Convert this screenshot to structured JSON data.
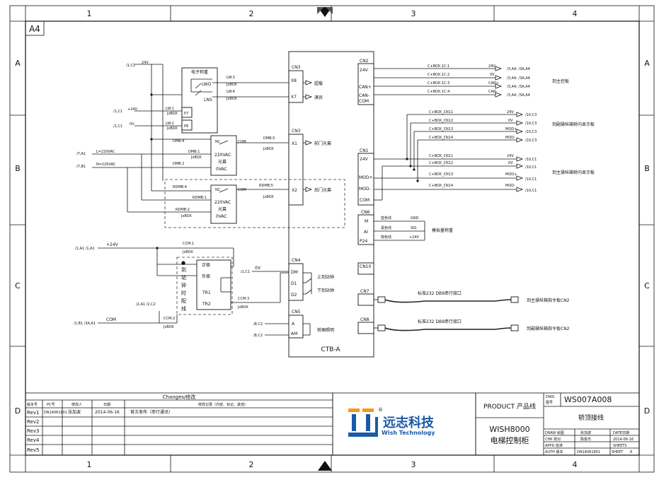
{
  "sheet": {
    "size_label": "A4",
    "columns": [
      "1",
      "2",
      "3",
      "4"
    ],
    "rows": [
      "A",
      "B",
      "C",
      "D"
    ]
  },
  "controller": {
    "label": "CTB-A",
    "cn3a": {
      "label": "CN3",
      "pins": [
        "X8",
        "X7"
      ],
      "outputs": [
        "超载",
        "满员"
      ]
    },
    "cn3b": {
      "label": "CN3",
      "pins": [
        "X1",
        "X2"
      ],
      "outputs": [
        "前门光幕",
        "后门光幕"
      ]
    },
    "cn4": {
      "label": "CN4",
      "pins": [
        "DM",
        "D1",
        "D2"
      ],
      "outputs": [
        "上到站钟",
        "下到站钟"
      ]
    },
    "cn5": {
      "label": "CN5",
      "pins": [
        "A",
        "AM"
      ],
      "outputs": [
        "轿厢照明"
      ]
    },
    "cn2": {
      "label": "CN2",
      "pins": [
        "24V",
        "CAN+",
        "CAN-",
        "CAN-\nCOM"
      ]
    },
    "cn1": {
      "label": "CN1",
      "pins": [
        "24V",
        "MOD+",
        "MOD-",
        "COM"
      ]
    },
    "cn6": {
      "label": "CN6",
      "pins": [
        "M",
        "AI",
        "P24"
      ],
      "wires": [
        "蓝色线",
        "黑色线",
        "棕色线"
      ],
      "codes": [
        "GND",
        "SIG",
        "+24V"
      ],
      "device": "模拟量称重"
    },
    "cn10": {
      "label": "CN10"
    },
    "cn7": {
      "label": "CN7",
      "cable": "标准232 DB9串行接口",
      "target": "到主操纵箱指令板CN2"
    },
    "cn8": {
      "label": "CN8",
      "cable": "标准232 DB9串行接口",
      "target": "到副操纵箱指令板CN2"
    }
  },
  "load_device": {
    "title": "电子称重",
    "contacts": [
      "LWO",
      "LNS"
    ],
    "pins": [
      "P7",
      "P8"
    ],
    "wires": [
      "LW:3",
      "LW:4",
      "LW:1",
      "LW:2"
    ],
    "cable_code": "JxBOX"
  },
  "curtain_front": {
    "terminals": [
      "NC",
      "COM"
    ],
    "lines": [
      "220VAC",
      "光幕",
      "0VAC"
    ],
    "wires": [
      "DMB:4",
      "DMB:1",
      "DMB:2",
      "DMB:5"
    ]
  },
  "curtain_rear": {
    "terminals": [
      "NC",
      "COM"
    ],
    "lines": [
      "220VAC",
      "光幕",
      "0VAC"
    ],
    "wires": [
      "RDMB:4",
      "RDMB:1",
      "RDMB:2",
      "RDMB:5"
    ]
  },
  "chime_board": {
    "vertical_label": [
      "●",
      "到",
      "站",
      "钟",
      "时",
      "配",
      "线"
    ],
    "terms": [
      "正极",
      "负极",
      "TR1",
      "TR2"
    ],
    "wires": [
      "CCM:1",
      "CCM:3",
      "CCM:2"
    ]
  },
  "left_refs": {
    "r24v": "/1,C1",
    "v24": "24V",
    "lw1_ref": "/1,C1",
    "lw1_v": "+24V",
    "lw2_ref": "/1,C1",
    "lw2_v": "0V",
    "l220_ref": "/7,A1",
    "l220": "L=220VAC",
    "n220_ref": "/7,B1",
    "n220": "N=220VAC",
    "p24_ref": "/1,A1 /1,A1",
    "p24": "+24V",
    "d1_ref": "/1,C1",
    "d1": "0V",
    "chime_ref": "/2,A1 /2,C2",
    "com_ref": "/1,B1 /3A,A1",
    "com": "COM",
    "a_ref": "/8,C2",
    "am_ref": "/8,C2"
  },
  "cn2_wires": [
    {
      "code": "C+BOX:1C:1",
      "sig": "24V",
      "ref": "/3,A4; /3A,A4"
    },
    {
      "code": "C+BOX:1C:2",
      "sig": "0V",
      "ref": "/3,A4; /3A,A4"
    },
    {
      "code": "C+BOX:1C:3",
      "sig": "CAN+",
      "ref": "/3,A4; /3A,A4"
    },
    {
      "code": "C+BOX:1C:4",
      "sig": "CAN-",
      "ref": "/3,A4; /3A,A4"
    }
  ],
  "cn2_target": "到主控板",
  "sub_wires": [
    {
      "code": "C+BOX_CN11",
      "sig": "24V",
      "ref": "/10,C3"
    },
    {
      "code": "C+BOX_CN12",
      "sig": "0V",
      "ref": "/10,C3"
    },
    {
      "code": "C+BOX_CN13",
      "sig": "MOD+",
      "ref": "/10,C3"
    },
    {
      "code": "C+BOX_CN14",
      "sig": "MOD-",
      "ref": "/10,C3"
    }
  ],
  "sub_target": "到副操纵箱轿内显示板",
  "main_wires": [
    {
      "code": "C+BOX_CN11",
      "sig": "24V",
      "ref": "/10,C1"
    },
    {
      "code": "C+BOX_CN12",
      "sig": "0V",
      "ref": "/10,C1"
    },
    {
      "code": "C+BOX_CN13",
      "sig": "MOD+",
      "ref": "/10,C1"
    },
    {
      "code": "C+BOX_CN14",
      "sig": "MOD-",
      "ref": "/10,C1"
    }
  ],
  "main_target": "到主操纵箱轿内显示板",
  "changes": {
    "title": "Changes/修改",
    "headers": [
      "版本号",
      "PC号",
      "修改人",
      "日期",
      "修改记录（内容、标记、其他）"
    ],
    "rows": [
      [
        "Rev1",
        "DN14061801",
        "张加波",
        "2014-06-16",
        "首次发布（串行通讯）"
      ],
      [
        "Rev2",
        "",
        "",
        "",
        ""
      ],
      [
        "Rev3",
        "",
        "",
        "",
        ""
      ],
      [
        "Rev4",
        "",
        "",
        "",
        ""
      ],
      [
        "Rev5",
        "",
        "",
        "",
        ""
      ]
    ]
  },
  "logo": {
    "cn": "远志科技",
    "en": "Wish Technology",
    "mark": "®"
  },
  "title_block": {
    "product_label": "PRODUCT 产品线",
    "product": "WISH8000",
    "product_cn": "电梯控制柜",
    "dwg_label": "DWG\n图号",
    "dwg_no": "WS007A008",
    "title": "轿顶接线",
    "rows": [
      {
        "k": "DRAW 绘图",
        "v": "张加波",
        "k2": "DATE日期"
      },
      {
        "k": "CHK 校对",
        "v": "陈俊杰",
        "k2": "2014-06-16"
      },
      {
        "k": "APPD 批准",
        "v": "",
        "k2": "SHEETS"
      },
      {
        "k": "AUTH 版本",
        "v": "DN14061801",
        "k2": "SHEET",
        "v2": "8"
      }
    ]
  }
}
